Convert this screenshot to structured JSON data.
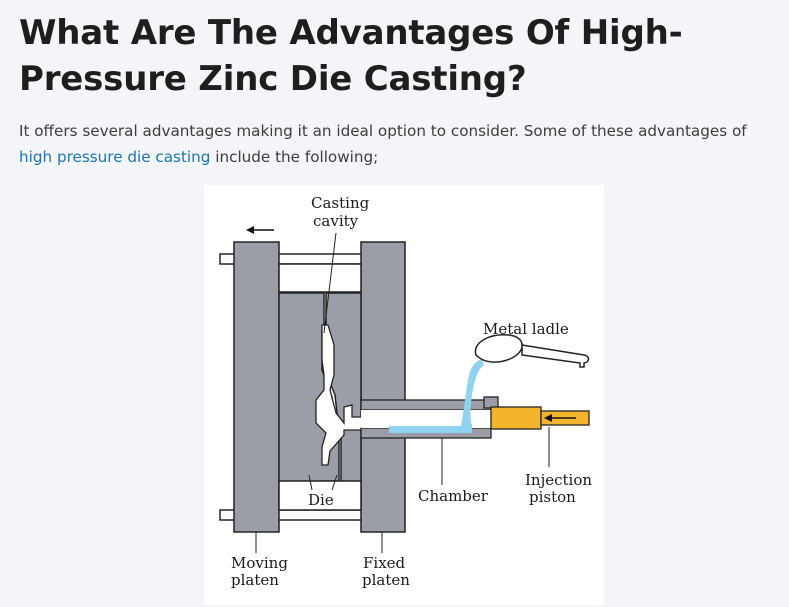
{
  "article": {
    "title": "What Are The Advantages Of High-Pressure Zinc Die Casting?",
    "intro_before_link": "It offers several advantages making it an ideal option to consider. Some of these advantages of ",
    "intro_link": "high pressure die casting",
    "intro_after_link": " include the following;"
  },
  "diagram": {
    "labels": {
      "casting_cavity_1": "Casting",
      "casting_cavity_2": "cavity",
      "metal_ladle": "Metal ladle",
      "die": "Die",
      "chamber": "Chamber",
      "injection_piston_1": "Injection",
      "injection_piston_2": "piston",
      "moving_platen_1": "Moving",
      "moving_platen_2": "platen",
      "fixed_platen_1": "Fixed",
      "fixed_platen_2": "platen"
    },
    "colors": {
      "metal_gray": "#9b9ea6",
      "molten_metal": "#8fd3f0",
      "piston": "#f3b52c",
      "link": "#1c75b8"
    },
    "icons": [
      "arrow-left-icon",
      "arrow-left-icon"
    ]
  }
}
